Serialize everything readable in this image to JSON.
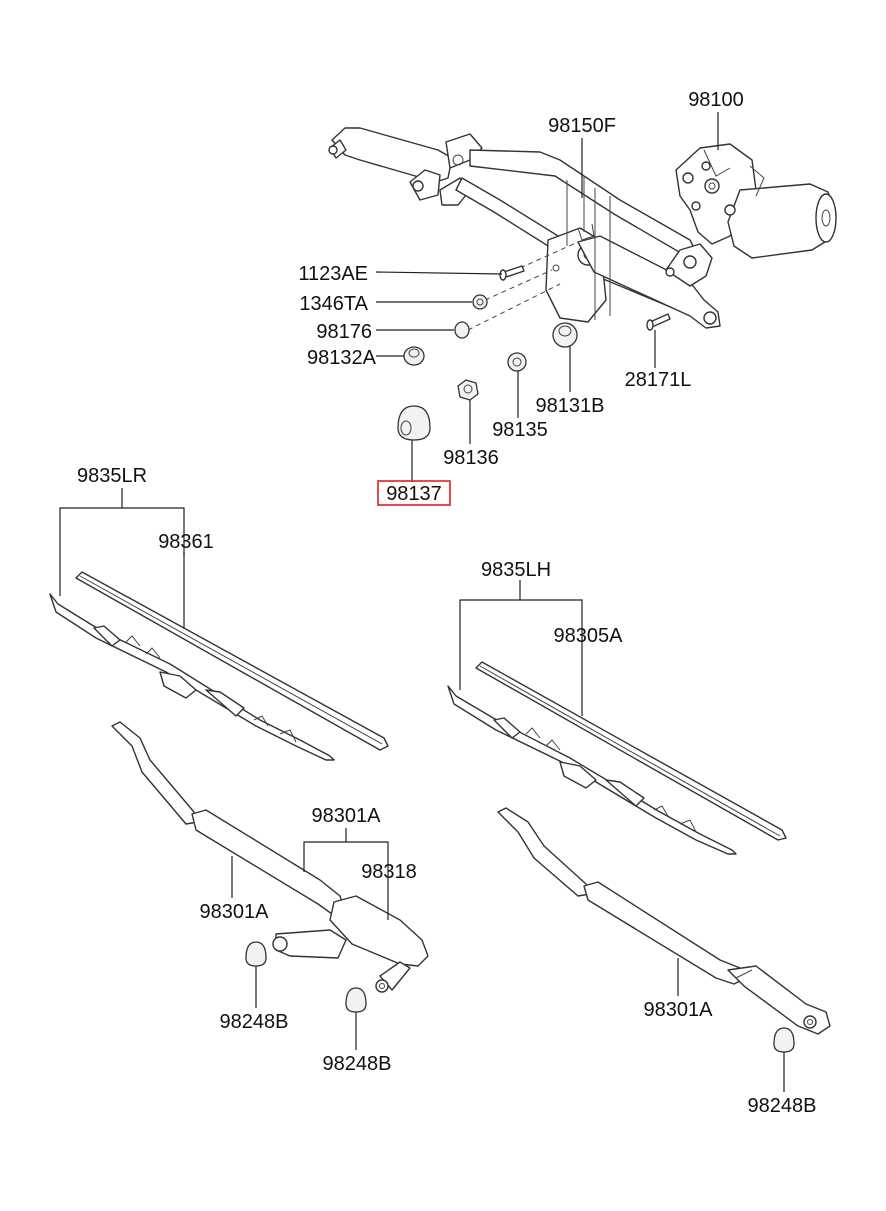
{
  "diagram": {
    "labels": {
      "l98100": "98100",
      "l98150F": "98150F",
      "l1123AE": "1123AE",
      "l1346TA": "1346TA",
      "l98176": "98176",
      "l98132A": "98132A",
      "l28171L": "28171L",
      "l98131B": "98131B",
      "l98135": "98135",
      "l98136": "98136",
      "l98137": "98137",
      "l9835LR": "9835LR",
      "l98361": "98361",
      "l9835LH": "9835LH",
      "l98305A": "98305A",
      "l98301A_top": "98301A",
      "l98318": "98318",
      "l98301A_left": "98301A",
      "l98248B_a": "98248B",
      "l98248B_b": "98248B",
      "l98301A_right": "98301A",
      "l98248B_c": "98248B"
    },
    "highlight_color": "#e02020"
  }
}
